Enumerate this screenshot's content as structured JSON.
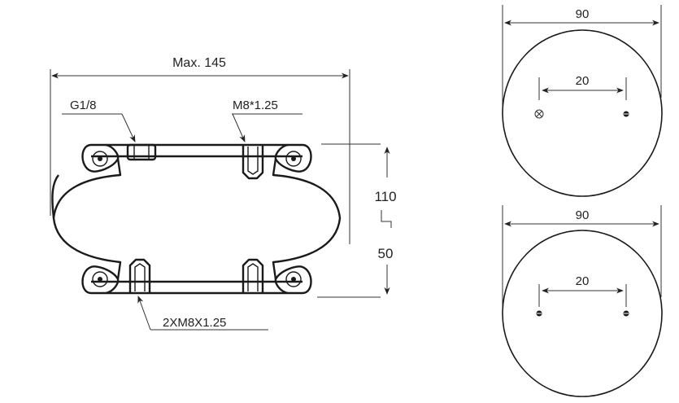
{
  "side_view": {
    "max_width_label": "Max. 145",
    "port_label": "G1/8",
    "top_thread_label": "M8*1.25",
    "bottom_thread_label": "2XM8X1.25",
    "max_height_label": "110",
    "min_height_label": "50"
  },
  "top_plate_view": {
    "diameter_label": "90",
    "hole_spacing_label": "20"
  },
  "bottom_plate_view": {
    "diameter_label": "90",
    "hole_spacing_label": "20"
  }
}
